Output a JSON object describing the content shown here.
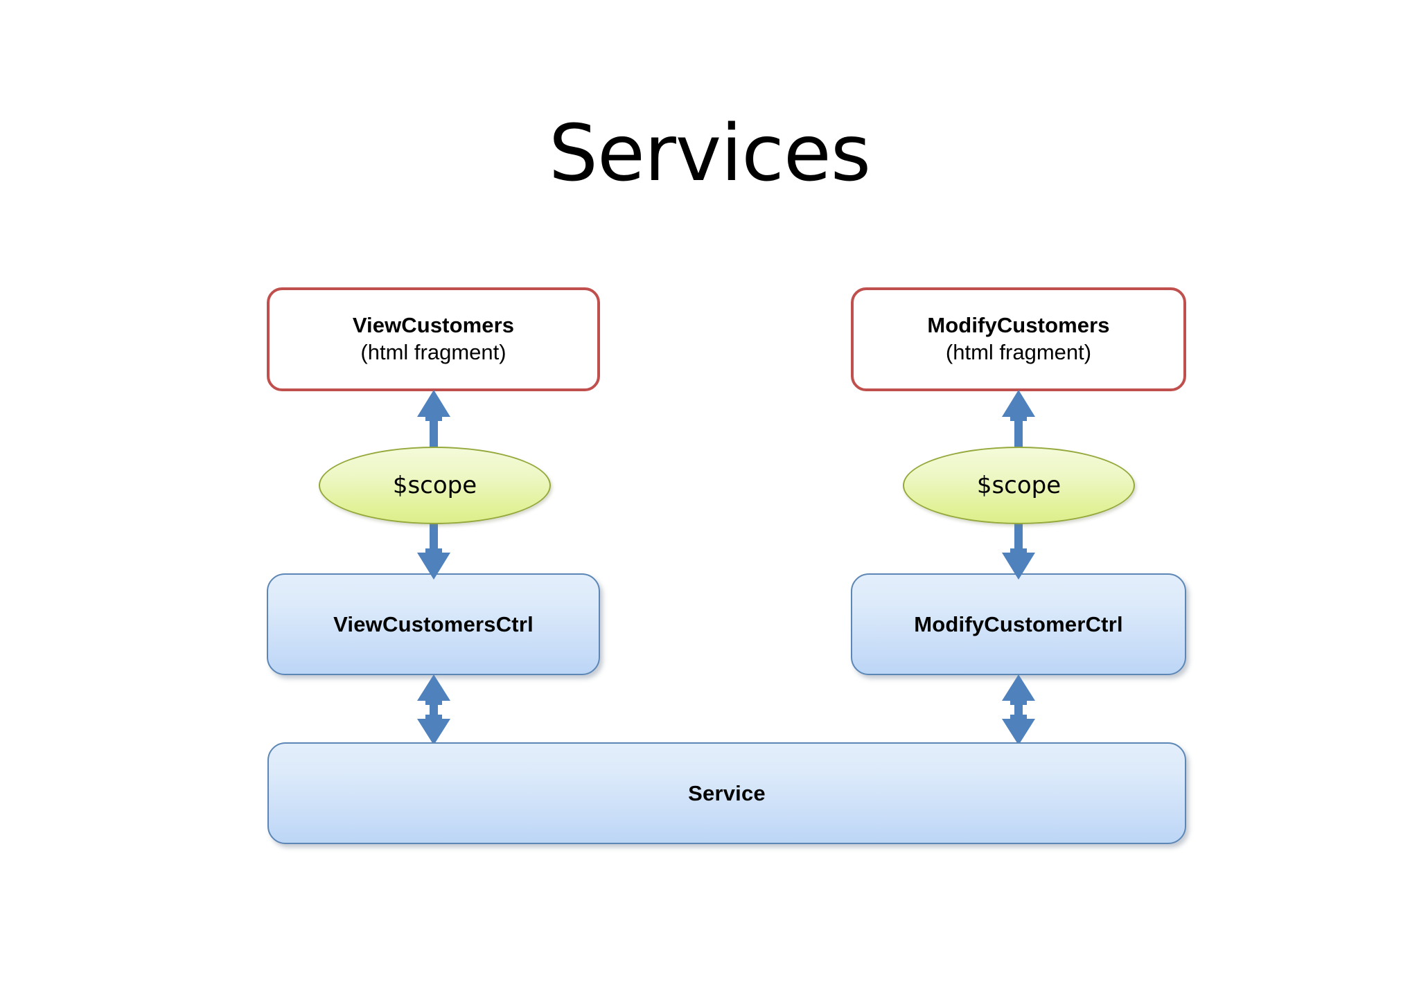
{
  "slide": {
    "title": "Services",
    "background_color": "#FFFFFF"
  },
  "colors": {
    "view_box_border": "#C0504D",
    "scope_fill": "#E2F29B",
    "scope_border": "#94A83B",
    "controller_border": "#5B86B5",
    "controller_fill": "#CADEF8",
    "arrow": "#4F81BD",
    "text": "#000000"
  },
  "columns": [
    {
      "view": {
        "name": "ViewCustomers",
        "subtitle": "(html fragment)"
      },
      "scope": {
        "label": "$scope"
      },
      "controller": {
        "label": "ViewCustomersCtrl"
      }
    },
    {
      "view": {
        "name": "ModifyCustomers",
        "subtitle": "(html fragment)"
      },
      "scope": {
        "label": "$scope"
      },
      "controller": {
        "label": "ModifyCustomerCtrl"
      }
    }
  ],
  "service": {
    "label": "Service"
  },
  "connectors": [
    {
      "name": "view-to-controller-left",
      "from": "ViewCustomers",
      "to": "ViewCustomersCtrl",
      "style": "double-headed-vertical",
      "passes_through": "$scope"
    },
    {
      "name": "view-to-controller-right",
      "from": "ModifyCustomers",
      "to": "ModifyCustomerCtrl",
      "style": "double-headed-vertical",
      "passes_through": "$scope"
    },
    {
      "name": "controller-to-service-left",
      "from": "ViewCustomersCtrl",
      "to": "Service",
      "style": "double-headed-vertical"
    },
    {
      "name": "controller-to-service-right",
      "from": "ModifyCustomerCtrl",
      "to": "Service",
      "style": "double-headed-vertical"
    }
  ]
}
